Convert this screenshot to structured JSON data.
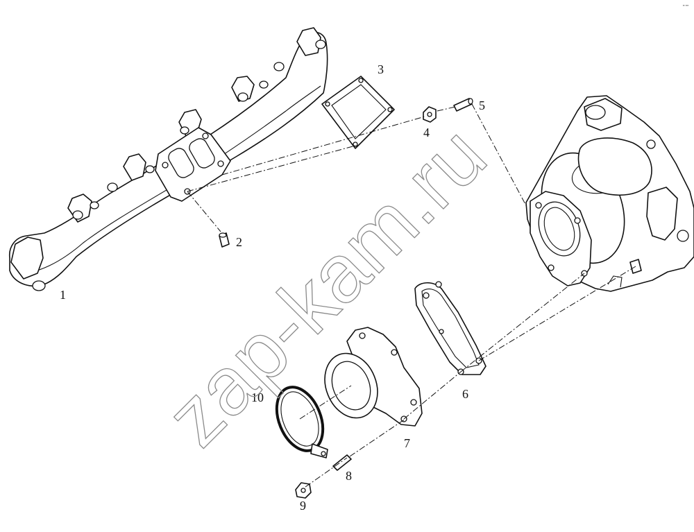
{
  "watermark": "zap-kam.ru",
  "callouts": [
    "1",
    "2",
    "3",
    "4",
    "5",
    "6",
    "7",
    "8",
    "9",
    "10"
  ],
  "corner_mark": "▪▪ ▪▪▪"
}
